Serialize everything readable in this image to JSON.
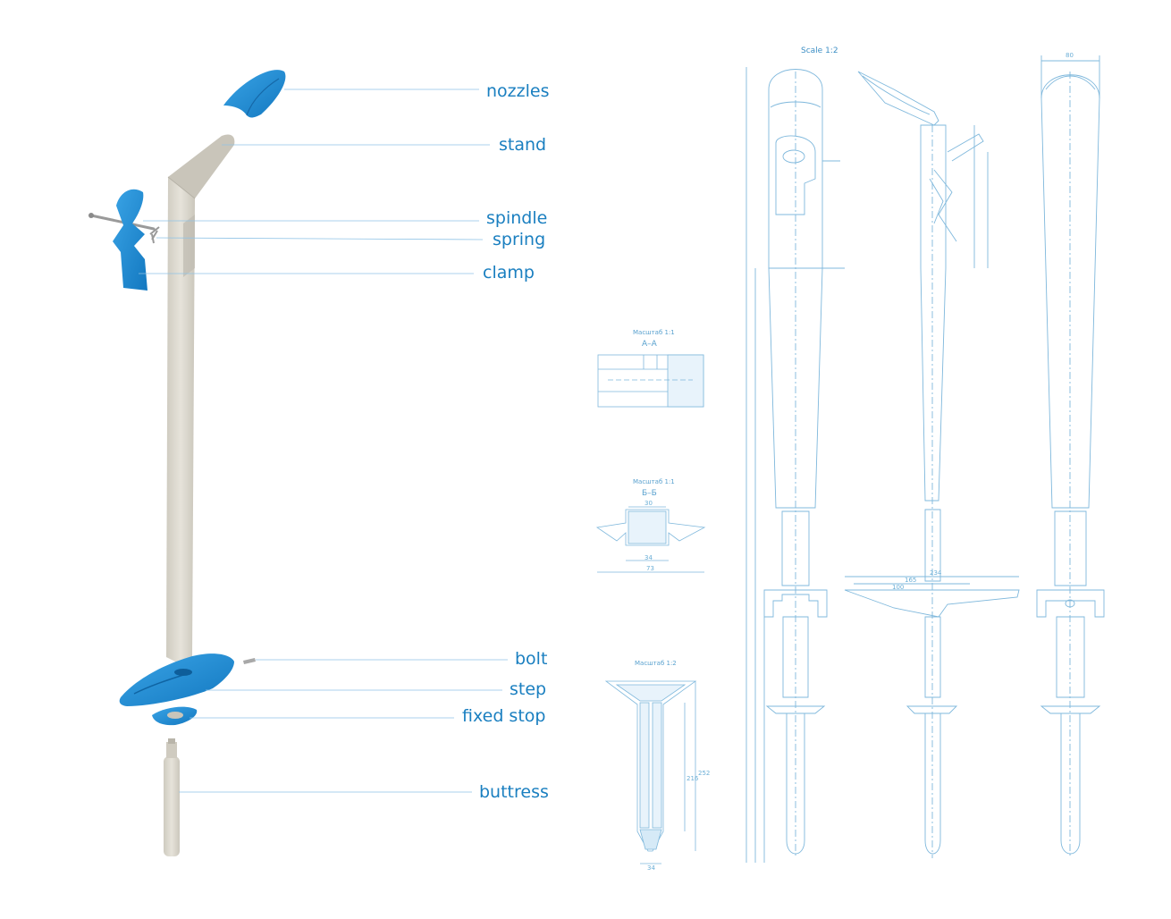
{
  "parts": {
    "nozzles": "nozzles",
    "stand": "stand",
    "spindle": "spindle",
    "spring": "spring",
    "clamp": "clamp",
    "bolt": "bolt",
    "step": "step",
    "fixed_stop": "fixed stop",
    "buttress": "buttress"
  },
  "drawing": {
    "scale_label": "Scale 1:2",
    "section_aa": {
      "scale": "Масштаб 1:1",
      "name": "А–А"
    },
    "section_bb": {
      "scale": "Масштаб 1:1",
      "name": "Б–Б",
      "dim_top": "30",
      "dim_mid": "34",
      "dim_bottom": "73"
    },
    "section_tip": {
      "scale": "Масштаб 1:2",
      "dim_bottom": "34",
      "dim_height": "216",
      "dim_total": "252"
    },
    "top_width_dim": "80",
    "step_dims": {
      "d1": "234",
      "d2": "165",
      "d3": "100"
    }
  },
  "colors": {
    "accent": "#1a7fc0",
    "blue_part": "#1f8fd6",
    "stand_grey": "#d6d3c9",
    "blueprint_line": "#7fb8dc"
  }
}
